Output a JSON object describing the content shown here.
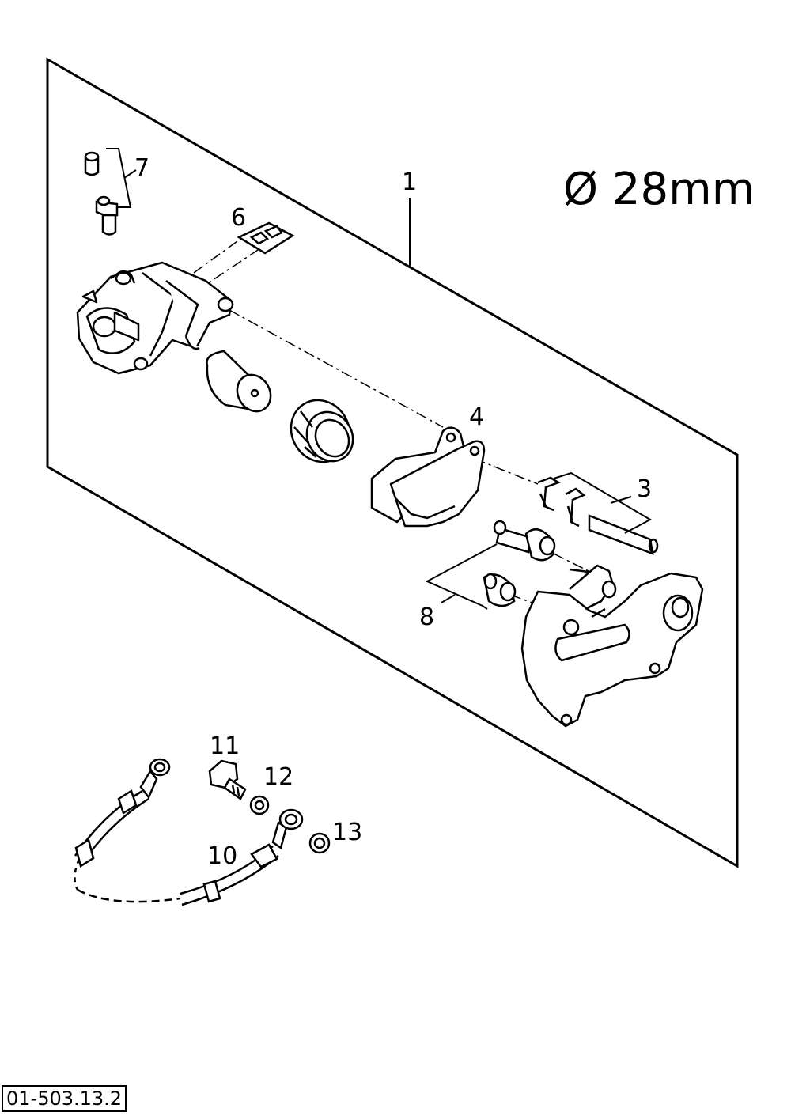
{
  "diagram": {
    "dimension_label": "Ø 28mm",
    "drawing_code": "01-503.13.2",
    "callouts": {
      "c1": "1",
      "c3": "3",
      "c4": "4",
      "c6": "6",
      "c7": "7",
      "c8": "8",
      "c10": "10",
      "c11": "11",
      "c12": "12",
      "c13": "13"
    }
  }
}
